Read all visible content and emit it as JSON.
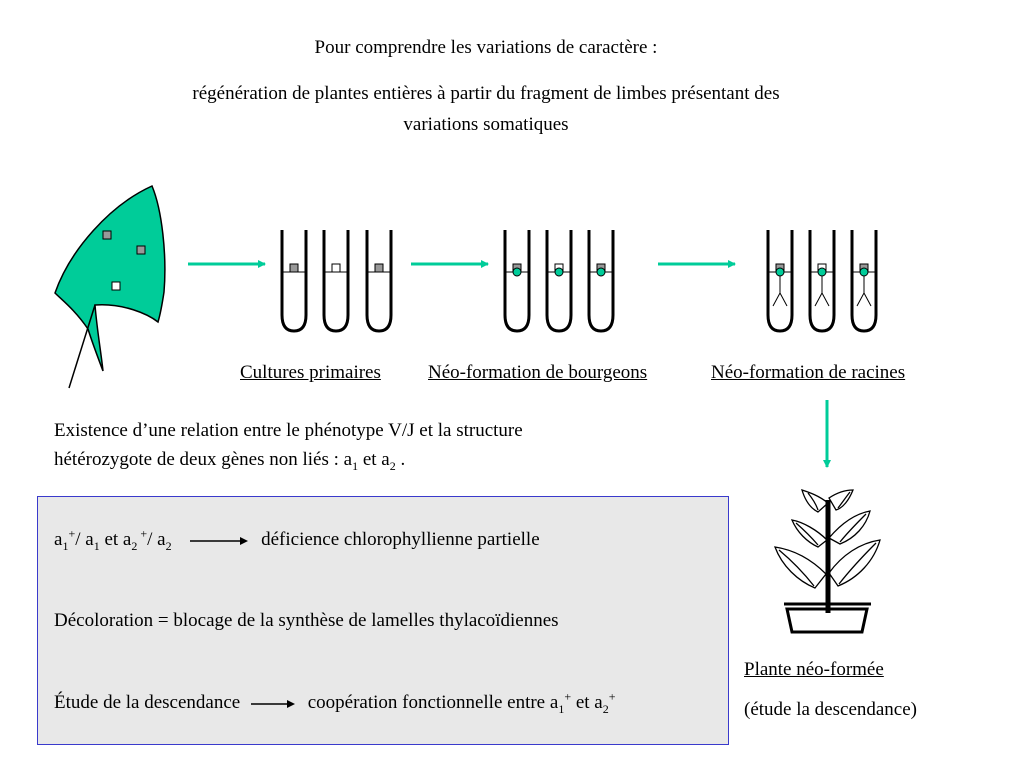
{
  "title": {
    "line1": "Pour comprendre les variations de caractère :",
    "line2": "régénération de plantes entières à partir du fragment de limbes présentant des",
    "line3": "variations somatiques"
  },
  "labels": {
    "cultures": "Cultures primaires",
    "bourgeons": "Néo-formation de bourgeons",
    "racines": "Néo-formation de racines",
    "plante": "Plante néo-formée",
    "descendance": "(étude la descendance)"
  },
  "relation": {
    "line1": "Existence d’une relation entre le phénotype V/J et la structure",
    "line2_pre": "hétérozygote de deux gènes non liés : a",
    "sub1": "1",
    "mid": " et a",
    "sub2": "2",
    "end": " ."
  },
  "box": {
    "row1": {
      "a": "a",
      "sub": "1",
      "sup": "+",
      "slash_a": "/ a",
      "sub2": "1",
      "et_a": " et a",
      "sub3": "2",
      "sup2": " +",
      "slash_a2": "/ a",
      "sub4": "2",
      "result": "déficience chlorophyllienne partielle"
    },
    "row2": "Décoloration = blocage de la synthèse de lamelles thylacoïdiennes",
    "row3": {
      "left": "Étude de la descendance",
      "right_pre": "coopération fonctionnelle entre a",
      "sub1": "1",
      "sup1": "+",
      "mid": " et a",
      "sub2": "2",
      "sup2": "+"
    }
  },
  "colors": {
    "leaf_green": "#00cc99",
    "arrow_green": "#00cc99",
    "box_bg": "#e8e8e8",
    "box_border": "#3a3acc",
    "square_gray": "#999999"
  }
}
